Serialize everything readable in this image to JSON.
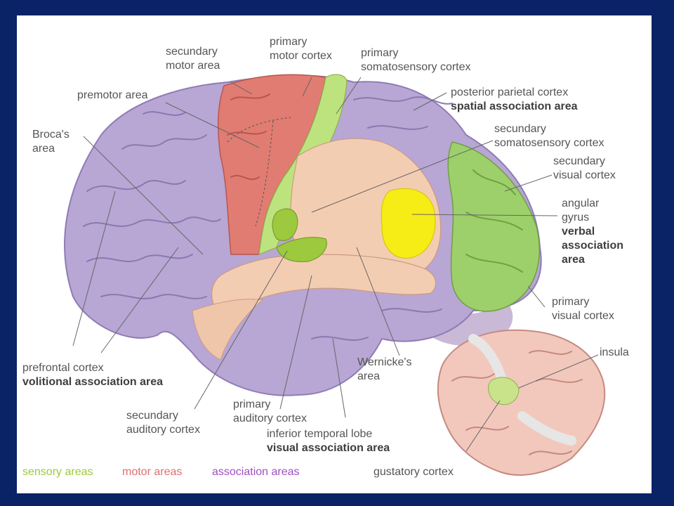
{
  "colors": {
    "background": "#0a2266",
    "sensory": "#9cc93d",
    "motor": "#e06f6f",
    "association": "#9f4fc2",
    "legend_gray": "#555555"
  },
  "labels": {
    "secondary_motor": [
      "secundary",
      "motor area"
    ],
    "primary_motor": [
      "primary",
      "motor cortex"
    ],
    "primary_somatosensory": [
      "primary",
      "somatosensory cortex"
    ],
    "premotor": "premotor area",
    "posterior_parietal": "posterior parietal cortex",
    "spatial_association": "spatial association area",
    "brocas": [
      "Broca's",
      "area"
    ],
    "secondary_somatosensory": [
      "secundary",
      "somatosensory cortex"
    ],
    "secondary_visual": [
      "secundary",
      "visual cortex"
    ],
    "angular_gyrus": [
      "angular",
      "gyrus"
    ],
    "verbal_association": [
      "verbal",
      "association",
      "area"
    ],
    "primary_visual": [
      "primary",
      "visual cortex"
    ],
    "prefrontal": "prefrontal cortex",
    "volitional_association": "volitional association area",
    "wernickes": [
      "Wernicke's",
      "area"
    ],
    "insula": "insula",
    "secondary_auditory": [
      "secundary",
      "auditory cortex"
    ],
    "primary_auditory": [
      "primary",
      "auditory cortex"
    ],
    "inferior_temporal": "inferior temporal lobe",
    "visual_association": "visual association area",
    "gustatory": "gustatory cortex"
  },
  "legend": {
    "sensory": "sensory areas",
    "motor": "motor areas",
    "association": "association areas"
  }
}
